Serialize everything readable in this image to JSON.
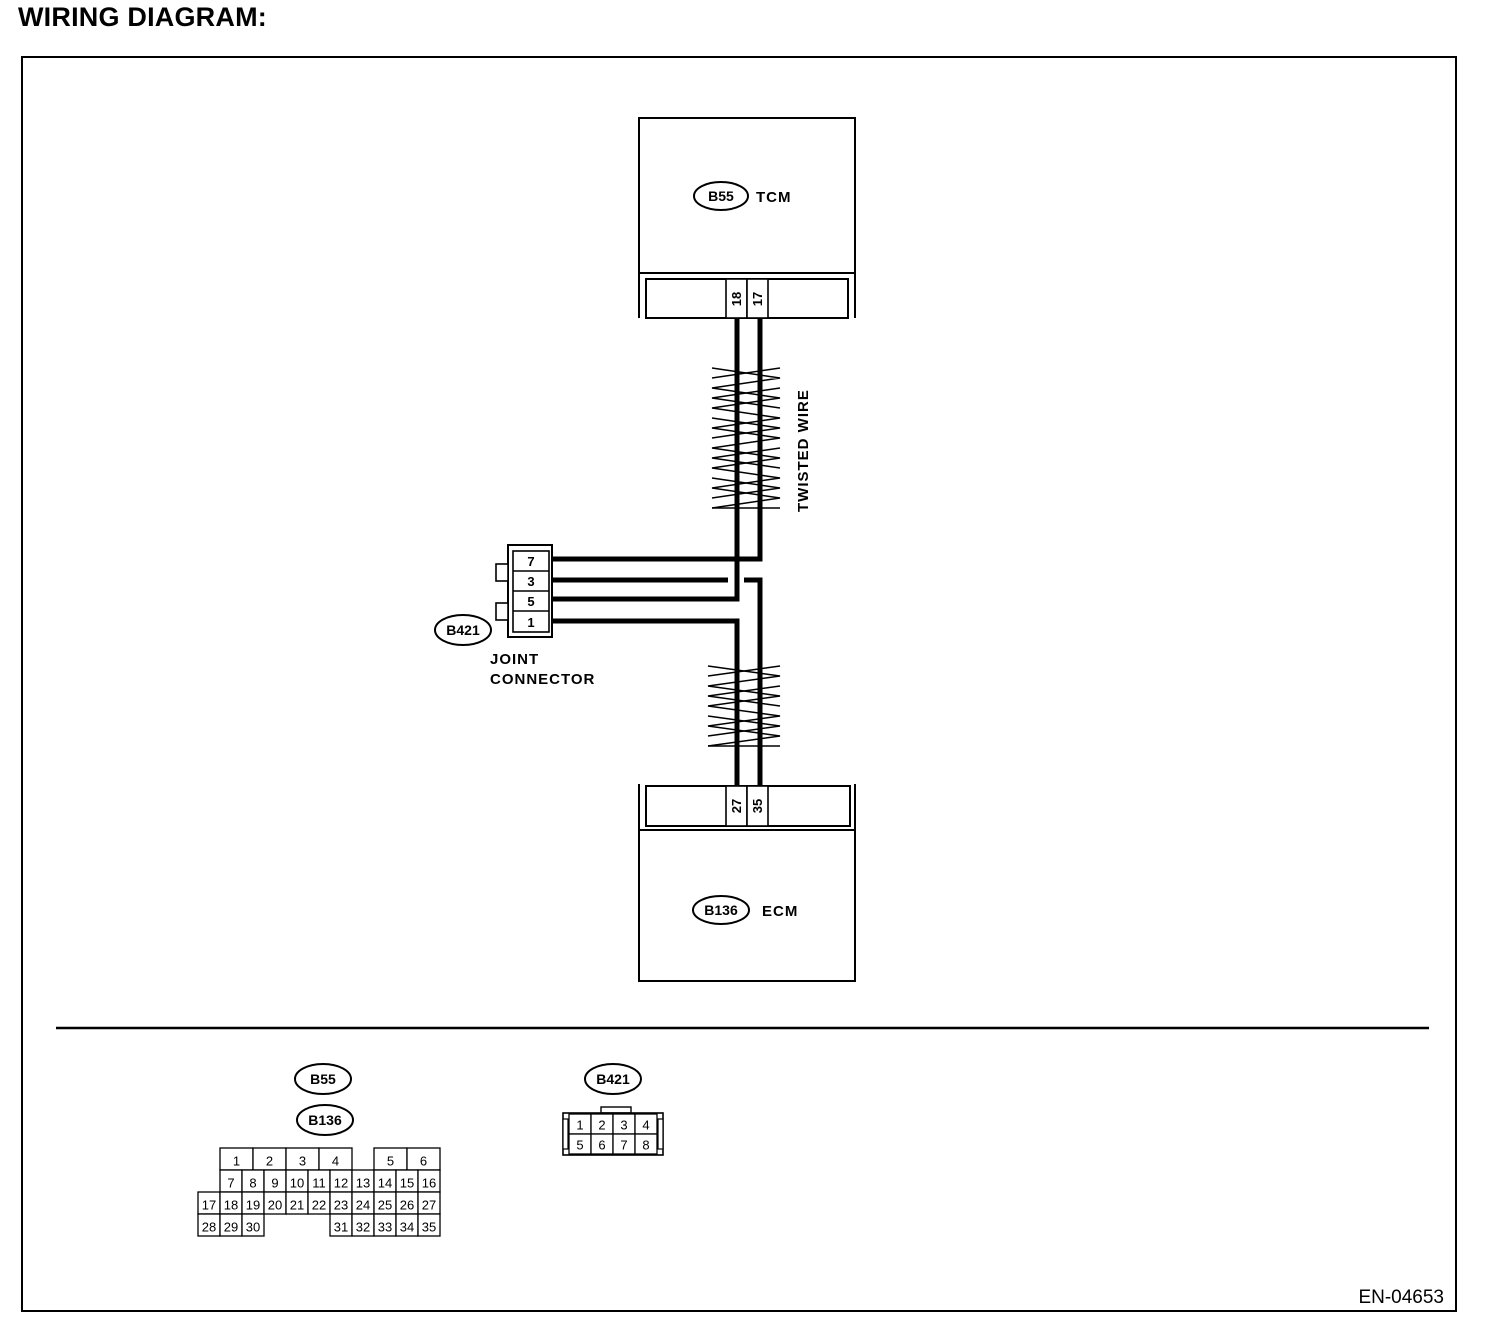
{
  "page_title": "WIRING DIAGRAM:",
  "tcm": {
    "connector": "B55",
    "name": "TCM",
    "pins": [
      "18",
      "17"
    ]
  },
  "ecm": {
    "connector": "B136",
    "name": "ECM",
    "pins": [
      "27",
      "35"
    ]
  },
  "twisted_wire_label": "TWISTED WIRE",
  "joint_connector": {
    "connector": "B421",
    "label_lines": [
      "JOINT",
      "CONNECTOR"
    ],
    "pins": [
      "7",
      "3",
      "5",
      "1"
    ]
  },
  "legend": {
    "b55_b136": {
      "connectors": [
        "B55",
        "B136"
      ],
      "rows": [
        [
          "1",
          "2",
          "3",
          "4",
          "5",
          "6"
        ],
        [
          "7",
          "8",
          "9",
          "10",
          "11",
          "12",
          "13",
          "14",
          "15",
          "16"
        ],
        [
          "17",
          "18",
          "19",
          "20",
          "21",
          "22",
          "23",
          "24",
          "25",
          "26",
          "27"
        ],
        [
          "28",
          "29",
          "30",
          "31",
          "32",
          "33",
          "34",
          "35"
        ]
      ]
    },
    "b421": {
      "connector": "B421",
      "rows": [
        [
          "1",
          "2",
          "3",
          "4"
        ],
        [
          "5",
          "6",
          "7",
          "8"
        ]
      ]
    }
  },
  "figure_code": "EN-04653"
}
